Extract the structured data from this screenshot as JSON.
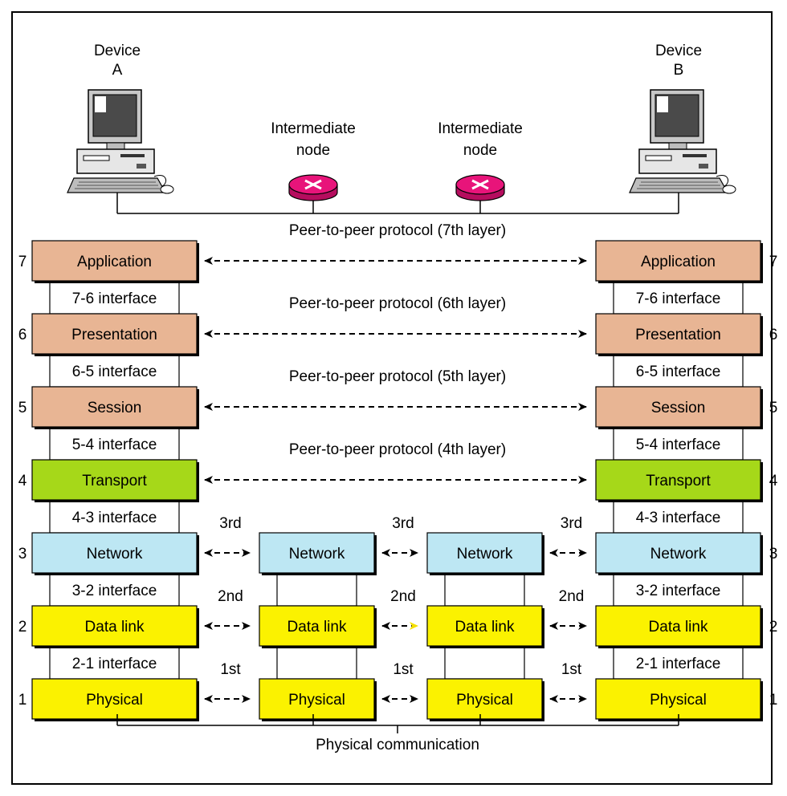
{
  "devices": {
    "a": {
      "line1": "Device",
      "line2": "A"
    },
    "b": {
      "line1": "Device",
      "line2": "B"
    }
  },
  "intermediate_nodes": [
    {
      "line1": "Intermediate",
      "line2": "node"
    },
    {
      "line1": "Intermediate",
      "line2": "node"
    }
  ],
  "layers": [
    {
      "num": "7",
      "name": "Application",
      "color": "#e8b594",
      "peer": "Peer-to-peer protocol (7th layer)",
      "interface_below": "7-6 interface"
    },
    {
      "num": "6",
      "name": "Presentation",
      "color": "#e8b594",
      "peer": "Peer-to-peer protocol (6th layer)",
      "interface_below": "6-5 interface"
    },
    {
      "num": "5",
      "name": "Session",
      "color": "#e8b594",
      "peer": "Peer-to-peer protocol (5th layer)",
      "interface_below": "5-4 interface"
    },
    {
      "num": "4",
      "name": "Transport",
      "color": "#a6d819",
      "peer": "Peer-to-peer protocol (4th layer)",
      "interface_below": "4-3 interface"
    },
    {
      "num": "3",
      "name": "Network",
      "color": "#bde7f3",
      "hop": "3rd",
      "interface_below": "3-2 interface"
    },
    {
      "num": "2",
      "name": "Data link",
      "color": "#fbf200",
      "hop": "2nd",
      "interface_below": "2-1 interface"
    },
    {
      "num": "1",
      "name": "Physical",
      "color": "#fbf200",
      "hop": "1st"
    }
  ],
  "footer": "Physical communication",
  "colors": {
    "router": "#e8147a",
    "router_cross": "#ffffff",
    "arrow": "#000000",
    "arrow_highlight": "#f5e000"
  }
}
